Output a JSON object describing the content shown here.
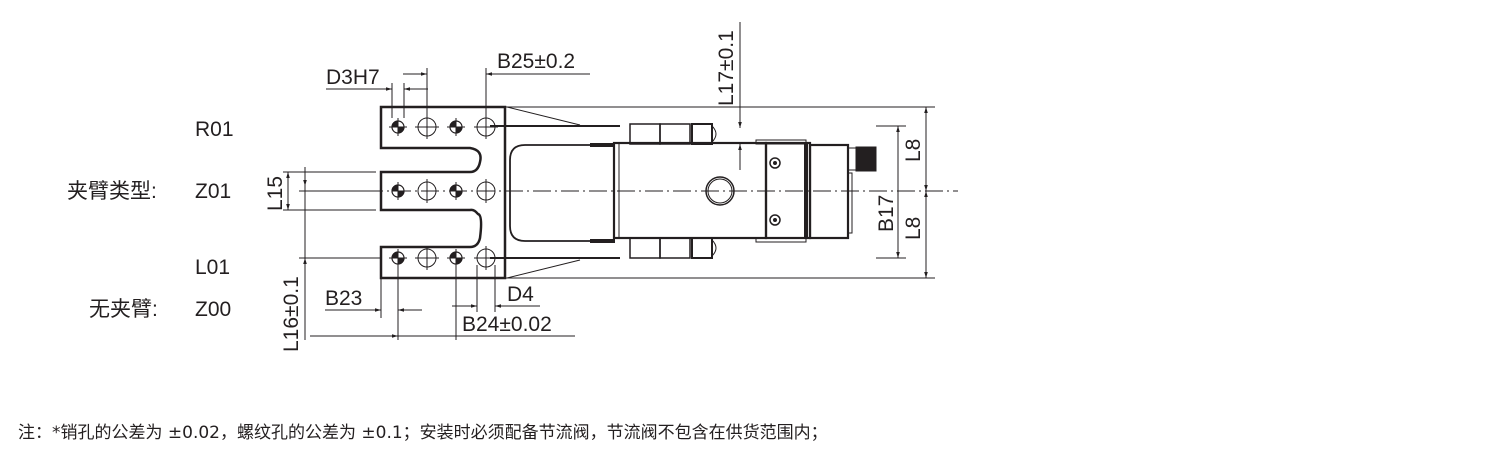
{
  "drawing": {
    "arm_type_label": "夹臂类型:",
    "no_arm_label": "无夹臂:",
    "arm_codes": {
      "r01": "R01",
      "z01": "Z01",
      "l01": "L01",
      "z00": "Z00"
    },
    "dimensions": {
      "d3h7": "D3H7",
      "b25": "B25±0.2",
      "l17": "L17±0.1",
      "l15": "L15",
      "l16": "L16±0.1",
      "b23": "B23",
      "d4": "D4",
      "b24": "B24±0.02",
      "l8_top": "L8",
      "l8_bottom": "L8",
      "b17": "B17"
    },
    "colors": {
      "line": "#231f20",
      "background": "#ffffff"
    }
  },
  "footnote": {
    "text": "注：*销孔的公差为 ±0.02，螺纹孔的公差为 ±0.1；安装时必须配备节流阀，节流阀不包含在供货范围内；"
  }
}
